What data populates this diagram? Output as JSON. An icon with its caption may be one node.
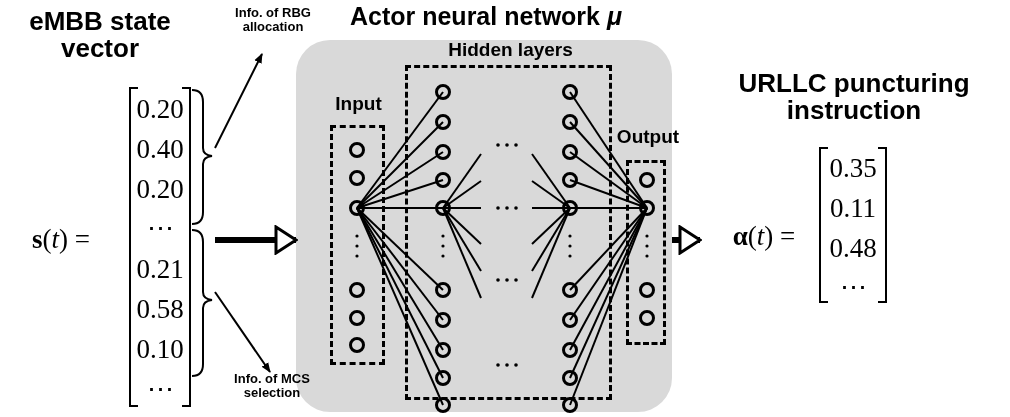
{
  "diagram": {
    "nodes": [
      {
        "text": [
          "eMBB state vector",
          "**s**(*t*) =",
          "0.20",
          "0.40",
          "0.20",
          "⋯",
          "0.21",
          "0.58",
          "0.10",
          "⋯"
        ]
      },
      {
        "text": [
          "Info. of RBG allocation"
        ]
      },
      {
        "text": [
          "Info. of MCS selection"
        ]
      },
      {
        "text": [
          "Actor neural network *μ*"
        ]
      },
      {
        "text": [
          "Input"
        ],
        "in": 3
      },
      {
        "text": [
          "Hidden layers"
        ],
        "in": 3
      },
      {
        "text": [
          "Output"
        ],
        "in": 3
      },
      {
        "text": [
          "URLLC puncturing instruction",
          "**α**(*t*) =",
          "0.35",
          "0.11",
          "0.48",
          "⋯"
        ]
      }
    ],
    "edges": [
      {
        "from": 0,
        "to": 1,
        "arrow": "to"
      },
      {
        "from": 0,
        "to": 2,
        "arrow": "to"
      },
      {
        "from": 0,
        "to": 3,
        "arrow": "to",
        "style": "thick"
      },
      {
        "from": 3,
        "to": 7,
        "arrow": "to",
        "style": "thick"
      }
    ]
  }
}
